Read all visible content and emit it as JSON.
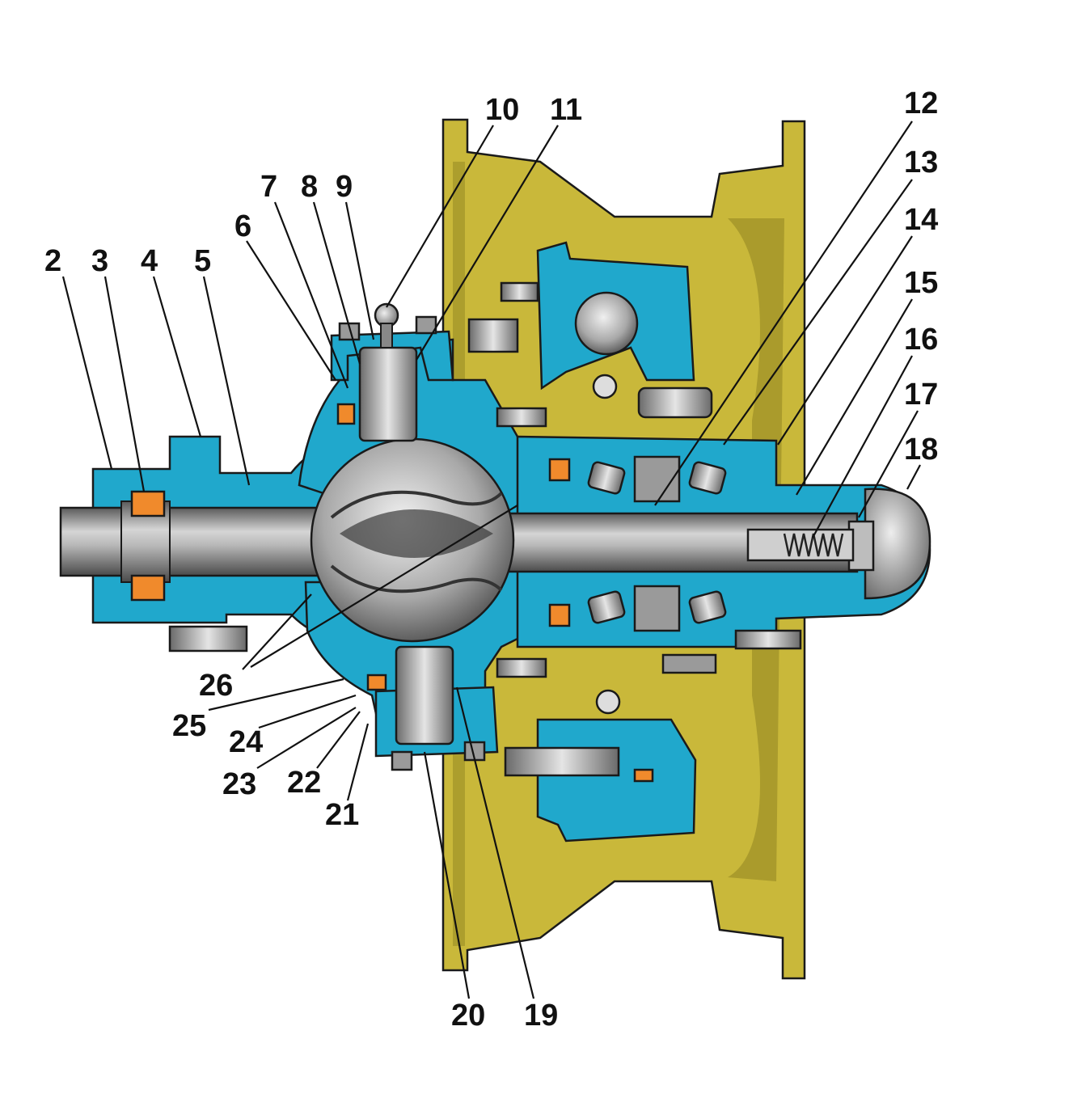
{
  "colors": {
    "housing_blue": "#20a8cc",
    "wheel_olive": "#c9b83a",
    "wheel_olive_dark": "#8f8320",
    "steel_light": "#d9d9d9",
    "steel_mid": "#9a9a9a",
    "steel_dark": "#555555",
    "seal_orange": "#f08a2c",
    "outline": "#1a1a1a"
  },
  "callouts": [
    {
      "id": "2",
      "label": "2"
    },
    {
      "id": "3",
      "label": "3"
    },
    {
      "id": "4",
      "label": "4"
    },
    {
      "id": "5",
      "label": "5"
    },
    {
      "id": "6",
      "label": "6"
    },
    {
      "id": "7",
      "label": "7"
    },
    {
      "id": "8",
      "label": "8"
    },
    {
      "id": "9",
      "label": "9"
    },
    {
      "id": "10",
      "label": "10"
    },
    {
      "id": "11",
      "label": "11"
    },
    {
      "id": "12",
      "label": "12"
    },
    {
      "id": "13",
      "label": "13"
    },
    {
      "id": "14",
      "label": "14"
    },
    {
      "id": "15",
      "label": "15"
    },
    {
      "id": "16",
      "label": "16"
    },
    {
      "id": "17",
      "label": "17"
    },
    {
      "id": "18",
      "label": "18"
    },
    {
      "id": "19",
      "label": "19"
    },
    {
      "id": "20",
      "label": "20"
    },
    {
      "id": "21",
      "label": "21"
    },
    {
      "id": "22",
      "label": "22"
    },
    {
      "id": "23",
      "label": "23"
    },
    {
      "id": "24",
      "label": "24"
    },
    {
      "id": "25",
      "label": "25"
    },
    {
      "id": "26",
      "label": "26"
    }
  ]
}
